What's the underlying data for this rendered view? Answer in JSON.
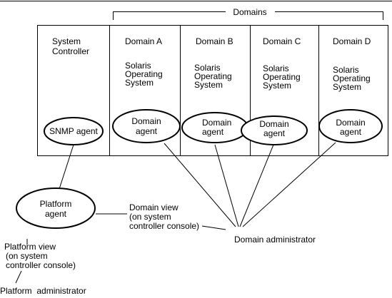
{
  "domains_label": "Domains",
  "system_controller": {
    "title_line1": "System",
    "title_line2": "Controller",
    "agent_label": "SNMP agent"
  },
  "domains": [
    {
      "title": "Domain A",
      "os_line1": "Solaris",
      "os_line2": "Operating",
      "os_line3": "System",
      "agent_line1": "Domain",
      "agent_line2": "agent"
    },
    {
      "title": "Domain B",
      "os_line1": "Solaris",
      "os_line2": "Operating",
      "os_line3": "System",
      "agent_line1": "Domain",
      "agent_line2": "agent"
    },
    {
      "title": "Domain C",
      "os_line1": "Solaris",
      "os_line2": "Operating",
      "os_line3": "System",
      "agent_line1": "Domain",
      "agent_line2": "agent"
    },
    {
      "title": "Domain D",
      "os_line1": "Solaris",
      "os_line2": "Operating",
      "os_line3": "System",
      "agent_line1": "Domain",
      "agent_line2": "agent"
    }
  ],
  "platform_agent": {
    "line1": "Platform",
    "line2": "agent"
  },
  "domain_view": {
    "line1": "Domain view",
    "line2": "(on system",
    "line3": "controller console)"
  },
  "domain_administrator": "Domain administrator",
  "platform_view": {
    "line1": "Platform view",
    "line2": "(on system",
    "line3": "controller console)"
  },
  "platform_administrator": "Platform  administrator"
}
